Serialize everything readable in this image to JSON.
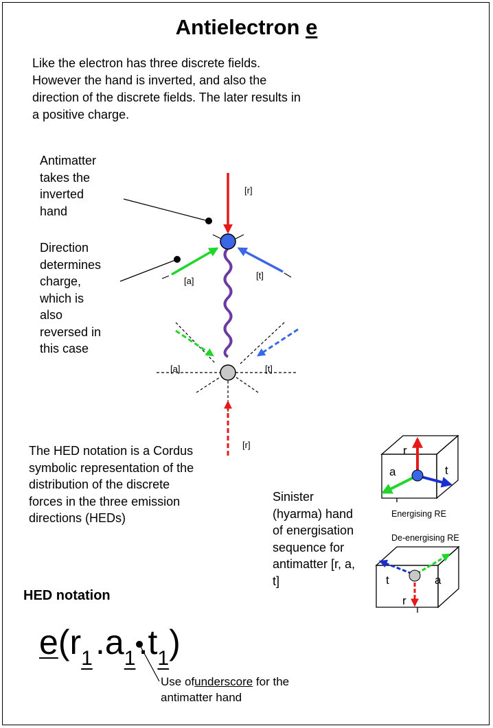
{
  "title": {
    "prefix": "Antielectron ",
    "symbol": "e"
  },
  "intro": "Like the electron has three discrete fields. However the hand is inverted, and also the direction of the discrete fields. The later results in a positive charge.",
  "labels": {
    "antimatter": "Antimatter takes the inverted hand",
    "direction": "Direction determines charge, which is also reversed in this case",
    "hed_desc": "The HED notation is a Cordus symbolic representation of the distribution of the discrete forces in the three emission directions  (HEDs)",
    "sinister": "Sinister (hyarma) hand of energisation sequence for antimatter [r, a, t]"
  },
  "diagram": {
    "r_top": "[r]",
    "a_top": "[a]",
    "t_top": "[t]",
    "a_bottom": "[a]",
    "t_bottom": "[t]",
    "r_bottom": "[r]"
  },
  "cubes": {
    "energising_caption": "Energising RE",
    "deenergising_caption": "De-energising RE",
    "top_r": "r",
    "top_a": "a",
    "top_t": "t",
    "bottom_t": "t",
    "bottom_a": "a",
    "bottom_r": "r"
  },
  "notation": {
    "heading": "HED notation",
    "e": "e",
    "open": "(",
    "r": "r",
    "a": "a",
    "t": "t",
    "sub": "1",
    "dot": ".",
    "close": ")",
    "note_prefix": "Use of",
    "note_underlined": "underscore",
    "note_suffix": " for the antimatter hand"
  },
  "colors": {
    "red": "#e41a1a",
    "green": "#1fd62a",
    "blue": "#3a66e8",
    "darkblue": "#1a2fd0",
    "purple": "#6b3aa3",
    "grey": "#c8c8c8"
  }
}
